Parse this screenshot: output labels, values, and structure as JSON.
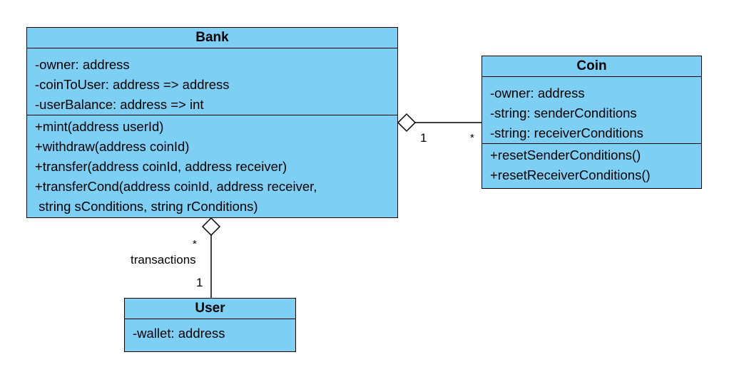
{
  "classes": {
    "bank": {
      "name": "Bank",
      "attributes": [
        "-owner: address",
        "-coinToUser: address => address",
        "-userBalance: address => int"
      ],
      "methods": [
        "+mint(address userId)",
        "+withdraw(address coinId)",
        "+transfer(address coinId, address receiver)",
        "+transferCond(address coinId, address receiver,",
        " string sConditions, string rConditions)"
      ]
    },
    "coin": {
      "name": "Coin",
      "attributes": [
        "-owner: address",
        "-string: senderConditions",
        "-string: receiverConditions"
      ],
      "methods": [
        "+resetSenderConditions()",
        "+resetReceiverConditions()"
      ]
    },
    "user": {
      "name": "User",
      "attributes": [
        "-wallet: address"
      ]
    }
  },
  "associations": {
    "bank_coin": {
      "bank_end": "1",
      "coin_end": "*"
    },
    "bank_user": {
      "bank_end": "*",
      "role": "transactions",
      "user_end": "1"
    }
  },
  "colors": {
    "class_fill": "#7ecff4",
    "line": "#000000"
  }
}
